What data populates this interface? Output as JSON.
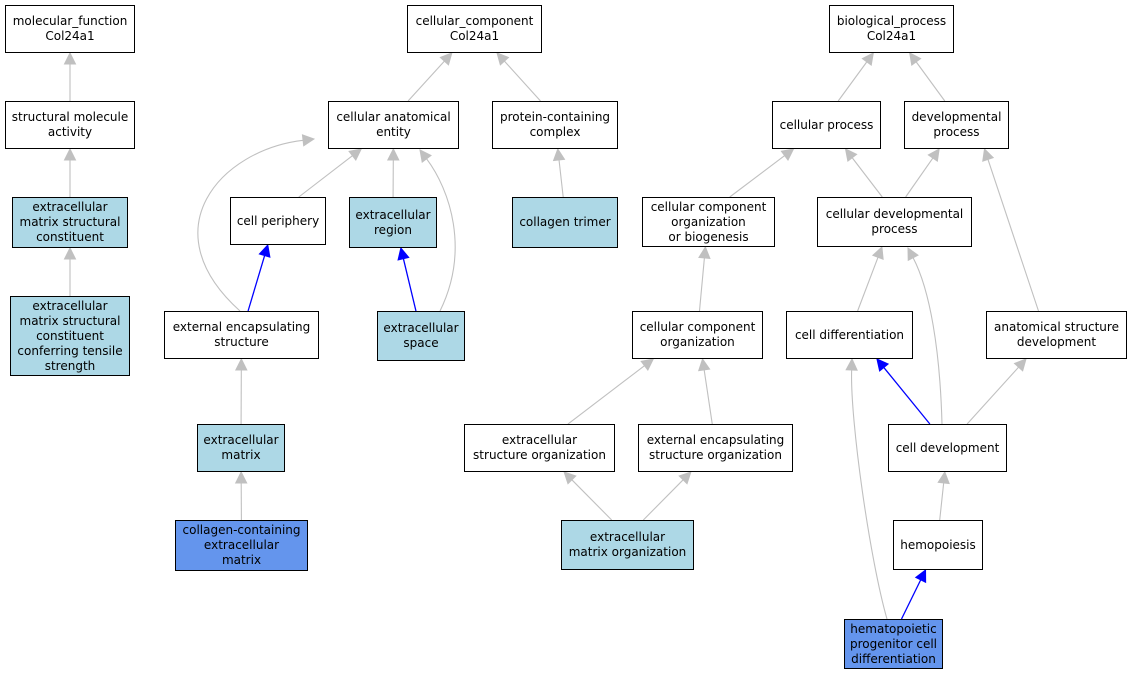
{
  "colors": {
    "default_fill": "#ffffff",
    "light_blue_fill": "#add8e6",
    "cornflower_fill": "#6495ed",
    "grey_edge": "#c0c0c0",
    "blue_edge": "#0000ff",
    "border": "#000000"
  },
  "nodes": [
    {
      "id": "mf_root",
      "label": "molecular_function\nCol24a1",
      "fill": "default"
    },
    {
      "id": "structural_molecule_activity",
      "label": "structural molecule\nactivity",
      "fill": "default"
    },
    {
      "id": "ecm_structural_constituent",
      "label": "extracellular\nmatrix structural\nconstituent",
      "fill": "light_blue"
    },
    {
      "id": "ecm_tensile",
      "label": "extracellular\nmatrix structural\nconstituent\nconferring tensile\nstrength",
      "fill": "light_blue"
    },
    {
      "id": "cc_root",
      "label": "cellular_component\nCol24a1",
      "fill": "default"
    },
    {
      "id": "cellular_anatomical_entity",
      "label": "cellular anatomical\nentity",
      "fill": "default"
    },
    {
      "id": "protein_containing_complex",
      "label": "protein-containing\ncomplex",
      "fill": "default"
    },
    {
      "id": "cell_periphery",
      "label": "cell periphery",
      "fill": "default"
    },
    {
      "id": "extracellular_region",
      "label": "extracellular\nregion",
      "fill": "light_blue"
    },
    {
      "id": "collagen_trimer",
      "label": "collagen trimer",
      "fill": "light_blue"
    },
    {
      "id": "external_encapsulating_structure",
      "label": "external encapsulating\nstructure",
      "fill": "default"
    },
    {
      "id": "extracellular_space",
      "label": "extracellular\nspace",
      "fill": "light_blue"
    },
    {
      "id": "extracellular_matrix",
      "label": "extracellular\nmatrix",
      "fill": "light_blue"
    },
    {
      "id": "collagen_ecm",
      "label": "collagen-containing\nextracellular\nmatrix",
      "fill": "cornflower"
    },
    {
      "id": "bp_root",
      "label": "biological_process\nCol24a1",
      "fill": "default"
    },
    {
      "id": "cellular_process",
      "label": "cellular process",
      "fill": "default"
    },
    {
      "id": "developmental_process",
      "label": "developmental\nprocess",
      "fill": "default"
    },
    {
      "id": "cc_org_biogenesis",
      "label": "cellular component\norganization\nor biogenesis",
      "fill": "default"
    },
    {
      "id": "cellular_developmental_process",
      "label": "cellular developmental\nprocess",
      "fill": "default"
    },
    {
      "id": "cc_organization",
      "label": "cellular component\norganization",
      "fill": "default"
    },
    {
      "id": "cell_differentiation",
      "label": "cell differentiation",
      "fill": "default"
    },
    {
      "id": "anatomical_structure_development",
      "label": "anatomical structure\ndevelopment",
      "fill": "default"
    },
    {
      "id": "extracellular_structure_organization",
      "label": "extracellular\nstructure organization",
      "fill": "default"
    },
    {
      "id": "external_encapsulating_structure_organization",
      "label": "external encapsulating\nstructure organization",
      "fill": "default"
    },
    {
      "id": "cell_development",
      "label": "cell development",
      "fill": "default"
    },
    {
      "id": "ecm_organization",
      "label": "extracellular\nmatrix organization",
      "fill": "light_blue"
    },
    {
      "id": "hemopoiesis",
      "label": "hemopoiesis",
      "fill": "default"
    },
    {
      "id": "hpc_differentiation",
      "label": "hematopoietic\nprogenitor cell\ndifferentiation",
      "fill": "cornflower"
    }
  ],
  "edges": [
    {
      "from": "structural_molecule_activity",
      "to": "mf_root",
      "kind": "grey"
    },
    {
      "from": "ecm_structural_constituent",
      "to": "structural_molecule_activity",
      "kind": "grey"
    },
    {
      "from": "ecm_tensile",
      "to": "ecm_structural_constituent",
      "kind": "grey"
    },
    {
      "from": "cellular_anatomical_entity",
      "to": "cc_root",
      "kind": "grey"
    },
    {
      "from": "protein_containing_complex",
      "to": "cc_root",
      "kind": "grey"
    },
    {
      "from": "cell_periphery",
      "to": "cellular_anatomical_entity",
      "kind": "grey"
    },
    {
      "from": "extracellular_region",
      "to": "cellular_anatomical_entity",
      "kind": "grey"
    },
    {
      "from": "collagen_trimer",
      "to": "protein_containing_complex",
      "kind": "grey"
    },
    {
      "from": "external_encapsulating_structure",
      "to": "cellular_anatomical_entity",
      "kind": "grey"
    },
    {
      "from": "external_encapsulating_structure",
      "to": "cell_periphery",
      "kind": "blue"
    },
    {
      "from": "extracellular_space",
      "to": "cellular_anatomical_entity",
      "kind": "grey"
    },
    {
      "from": "extracellular_space",
      "to": "extracellular_region",
      "kind": "blue"
    },
    {
      "from": "extracellular_matrix",
      "to": "external_encapsulating_structure",
      "kind": "grey"
    },
    {
      "from": "collagen_ecm",
      "to": "extracellular_matrix",
      "kind": "grey"
    },
    {
      "from": "cellular_process",
      "to": "bp_root",
      "kind": "grey"
    },
    {
      "from": "developmental_process",
      "to": "bp_root",
      "kind": "grey"
    },
    {
      "from": "cc_org_biogenesis",
      "to": "cellular_process",
      "kind": "grey"
    },
    {
      "from": "cellular_developmental_process",
      "to": "cellular_process",
      "kind": "grey"
    },
    {
      "from": "cellular_developmental_process",
      "to": "developmental_process",
      "kind": "grey"
    },
    {
      "from": "cc_organization",
      "to": "cc_org_biogenesis",
      "kind": "grey"
    },
    {
      "from": "cell_differentiation",
      "to": "cellular_developmental_process",
      "kind": "grey"
    },
    {
      "from": "anatomical_structure_development",
      "to": "developmental_process",
      "kind": "grey"
    },
    {
      "from": "extracellular_structure_organization",
      "to": "cc_organization",
      "kind": "grey"
    },
    {
      "from": "external_encapsulating_structure_organization",
      "to": "cc_organization",
      "kind": "grey"
    },
    {
      "from": "cell_development",
      "to": "cell_differentiation",
      "kind": "blue"
    },
    {
      "from": "cell_development",
      "to": "cellular_developmental_process",
      "kind": "grey"
    },
    {
      "from": "cell_development",
      "to": "anatomical_structure_development",
      "kind": "grey"
    },
    {
      "from": "ecm_organization",
      "to": "extracellular_structure_organization",
      "kind": "grey"
    },
    {
      "from": "ecm_organization",
      "to": "external_encapsulating_structure_organization",
      "kind": "grey"
    },
    {
      "from": "hemopoiesis",
      "to": "cell_development",
      "kind": "grey"
    },
    {
      "from": "hpc_differentiation",
      "to": "hemopoiesis",
      "kind": "blue"
    },
    {
      "from": "hpc_differentiation",
      "to": "cell_differentiation",
      "kind": "grey"
    }
  ]
}
